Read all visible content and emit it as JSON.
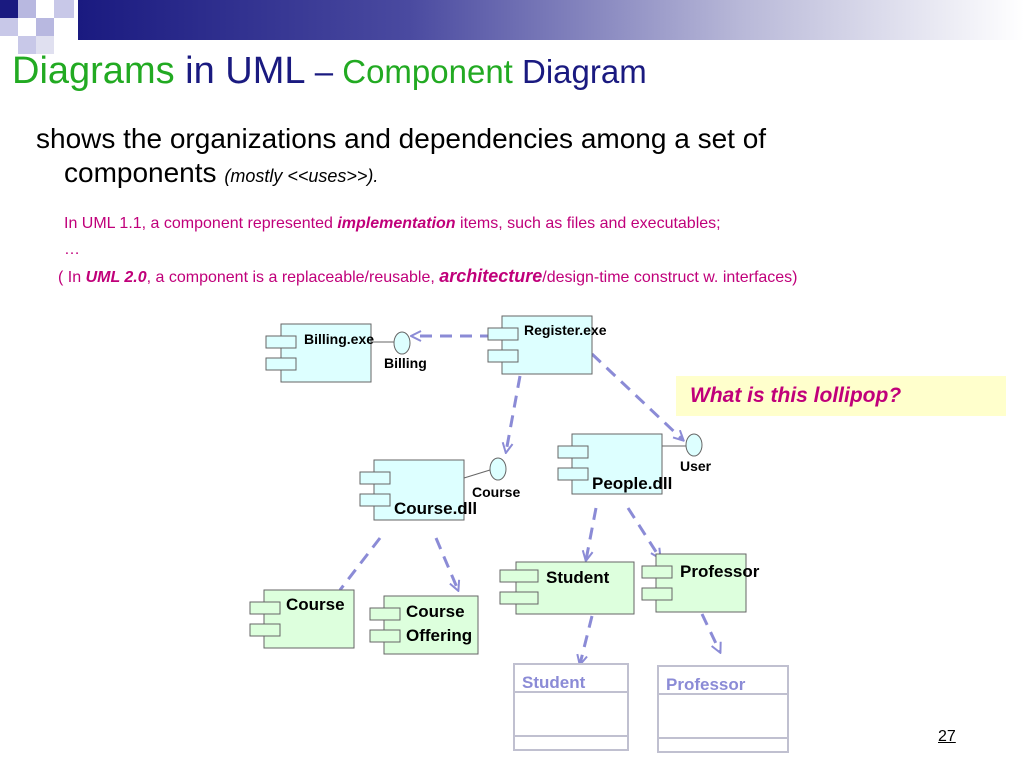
{
  "title": {
    "part1": "Diagrams",
    "part2": " in UML",
    "part3": " – ",
    "part4": "Component",
    "part5": " Diagram"
  },
  "bullet": {
    "line1": "shows the organizations and dependencies among a set of",
    "line2": "components ",
    "line2_note": "(mostly <<uses>>)."
  },
  "note_uml11": {
    "prefix": "In UML 1.1, a component represented ",
    "emph": "implementation",
    "suffix": " items, such as files and executables;",
    "ellipsis": "…"
  },
  "note_uml20": {
    "prefix": "( In ",
    "emph1": "UML 2.0",
    "middle": ", a component is a replaceable/reusable, ",
    "emph2": "architecture",
    "suffix": "/design-time construct w. interfaces)"
  },
  "callout": "What is this lollipop?",
  "page_number": "27",
  "colors": {
    "title_green": "#22aa22",
    "title_navy": "#1a1a80",
    "note_magenta": "#c0007a",
    "component_cyan": "#ddffff",
    "component_green": "#ddffdd",
    "arrow_dash": "#8b8bd6",
    "callout_bg": "#ffffcc"
  },
  "diagram": {
    "components": {
      "billing_exe": "Billing.exe",
      "register_exe": "Register.exe",
      "people_dll": "People.dll",
      "course_dll": "Course.dll",
      "course": "Course",
      "course_offering_1": "Course",
      "course_offering_2": "Offering",
      "student": "Student",
      "professor": "Professor"
    },
    "interfaces": {
      "billing": "Billing",
      "user": "User",
      "course": "Course"
    },
    "classes": {
      "student": "Student",
      "professor": "Professor"
    }
  }
}
